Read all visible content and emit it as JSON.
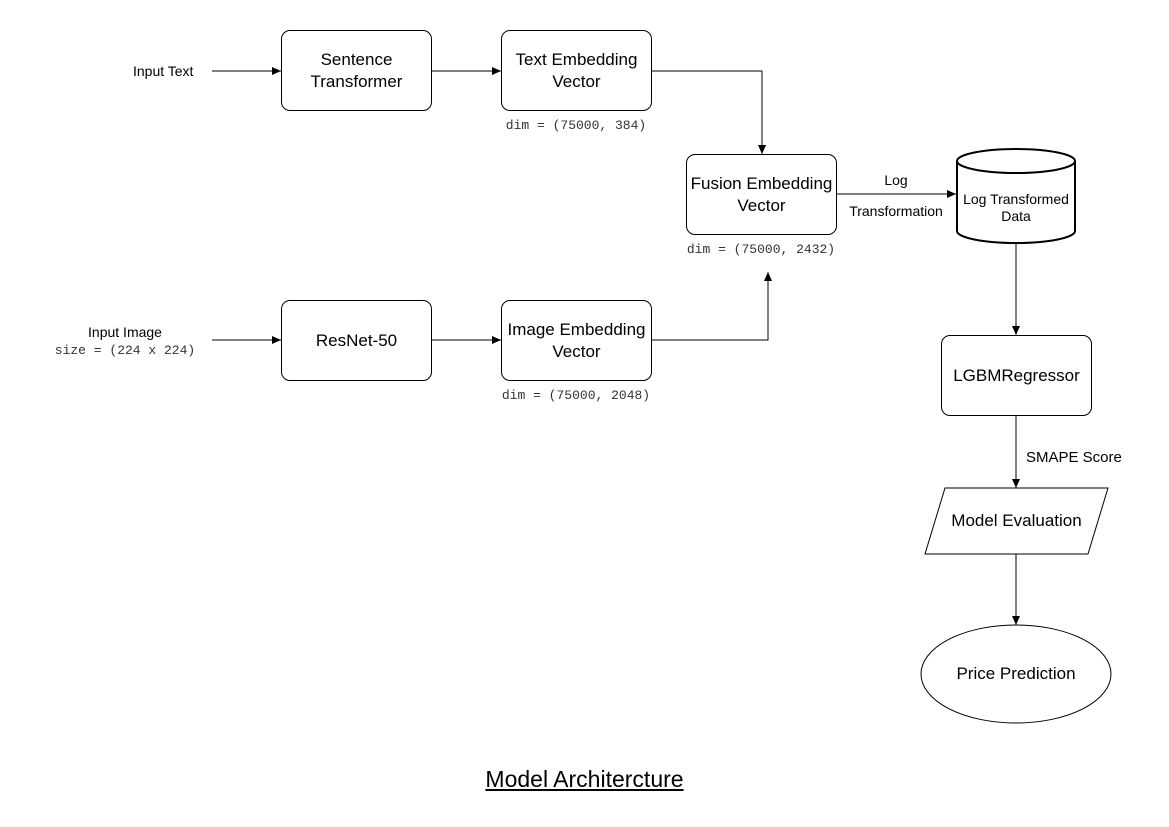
{
  "inputs": {
    "text": "Input Text",
    "image": "Input Image",
    "image_size": "size = (224 x 224)"
  },
  "nodes": {
    "sentence_transformer": "Sentence Transformer",
    "text_embedding": "Text Embedding Vector",
    "text_dim": "dim = (75000, 384)",
    "resnet": "ResNet-50",
    "image_embedding": "Image Embedding Vector",
    "image_dim": "dim = (75000, 2048)",
    "fusion": "Fusion Embedding Vector",
    "fusion_dim": "dim = (75000, 2432)",
    "log_data": "Log Transformed Data",
    "regressor": "LGBMRegressor",
    "evaluation": "Model Evaluation",
    "prediction": "Price Prediction"
  },
  "edge_labels": {
    "log_line1": "Log",
    "log_line2": "Transformation",
    "smape": "SMAPE Score"
  },
  "title": "Model Architercture"
}
